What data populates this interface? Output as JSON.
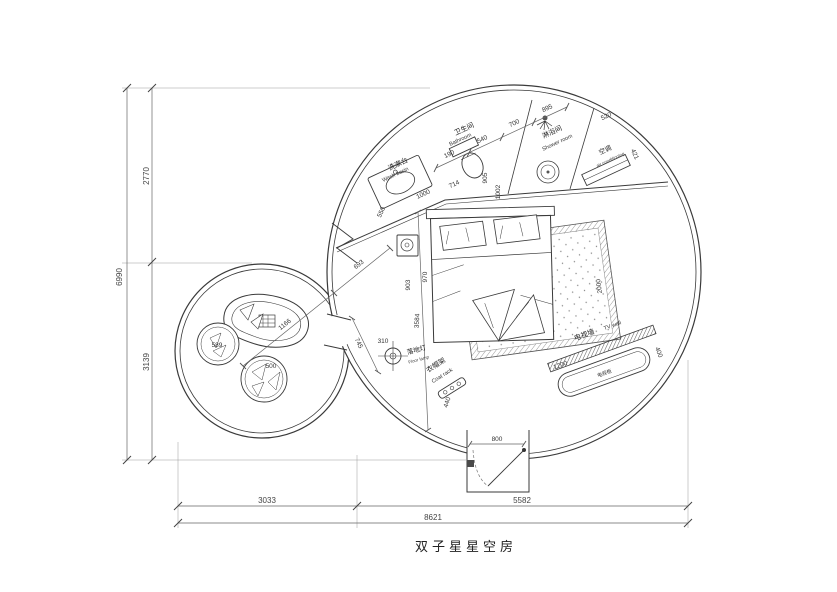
{
  "title": "双子星星空房",
  "outer_dimensions": {
    "total_height": "6990",
    "upper_height": "2770",
    "lower_height": "3139",
    "bottom_left_width": "3033",
    "bottom_right_width": "5582",
    "total_width": "8621"
  },
  "labels": {
    "wash_basin": {
      "cn": "洗漱台",
      "en": "Wash basin"
    },
    "bathroom": {
      "cn": "卫生间",
      "en": "Bathroom"
    },
    "shower_room": {
      "cn": "淋浴间",
      "en": "Shower room"
    },
    "air_conditioner": {
      "cn": "空调",
      "en": "air conditioning"
    },
    "floor_lamp": {
      "cn": "落地灯",
      "en": "Floor lamp"
    },
    "coat_rack": {
      "cn": "衣帽架",
      "en": "Coat rack"
    },
    "tv_wall": {
      "cn": "电视墙",
      "en": "TV wall"
    },
    "tv_cabinet": {
      "cn": "电视柜"
    }
  },
  "dims": {
    "d190": "190",
    "d540": "540",
    "d700": "700",
    "d895": "895",
    "d520": "520",
    "d421": "421",
    "d1000": "1000",
    "d714": "714",
    "d905": "905",
    "d1002": "1002",
    "d550": "550",
    "d903": "903",
    "d970": "970",
    "d2000": "2000",
    "d3584": "3584",
    "d693": "693",
    "d1166": "1166",
    "d745": "745",
    "d589": "589",
    "d500": "500",
    "d310": "310",
    "d440": "440",
    "d400": "400",
    "d1200": "1200",
    "d800": "800"
  },
  "colors": {
    "wall": "#3a3a3a",
    "dimension": "#666666",
    "extension": "#9a9a9a"
  }
}
